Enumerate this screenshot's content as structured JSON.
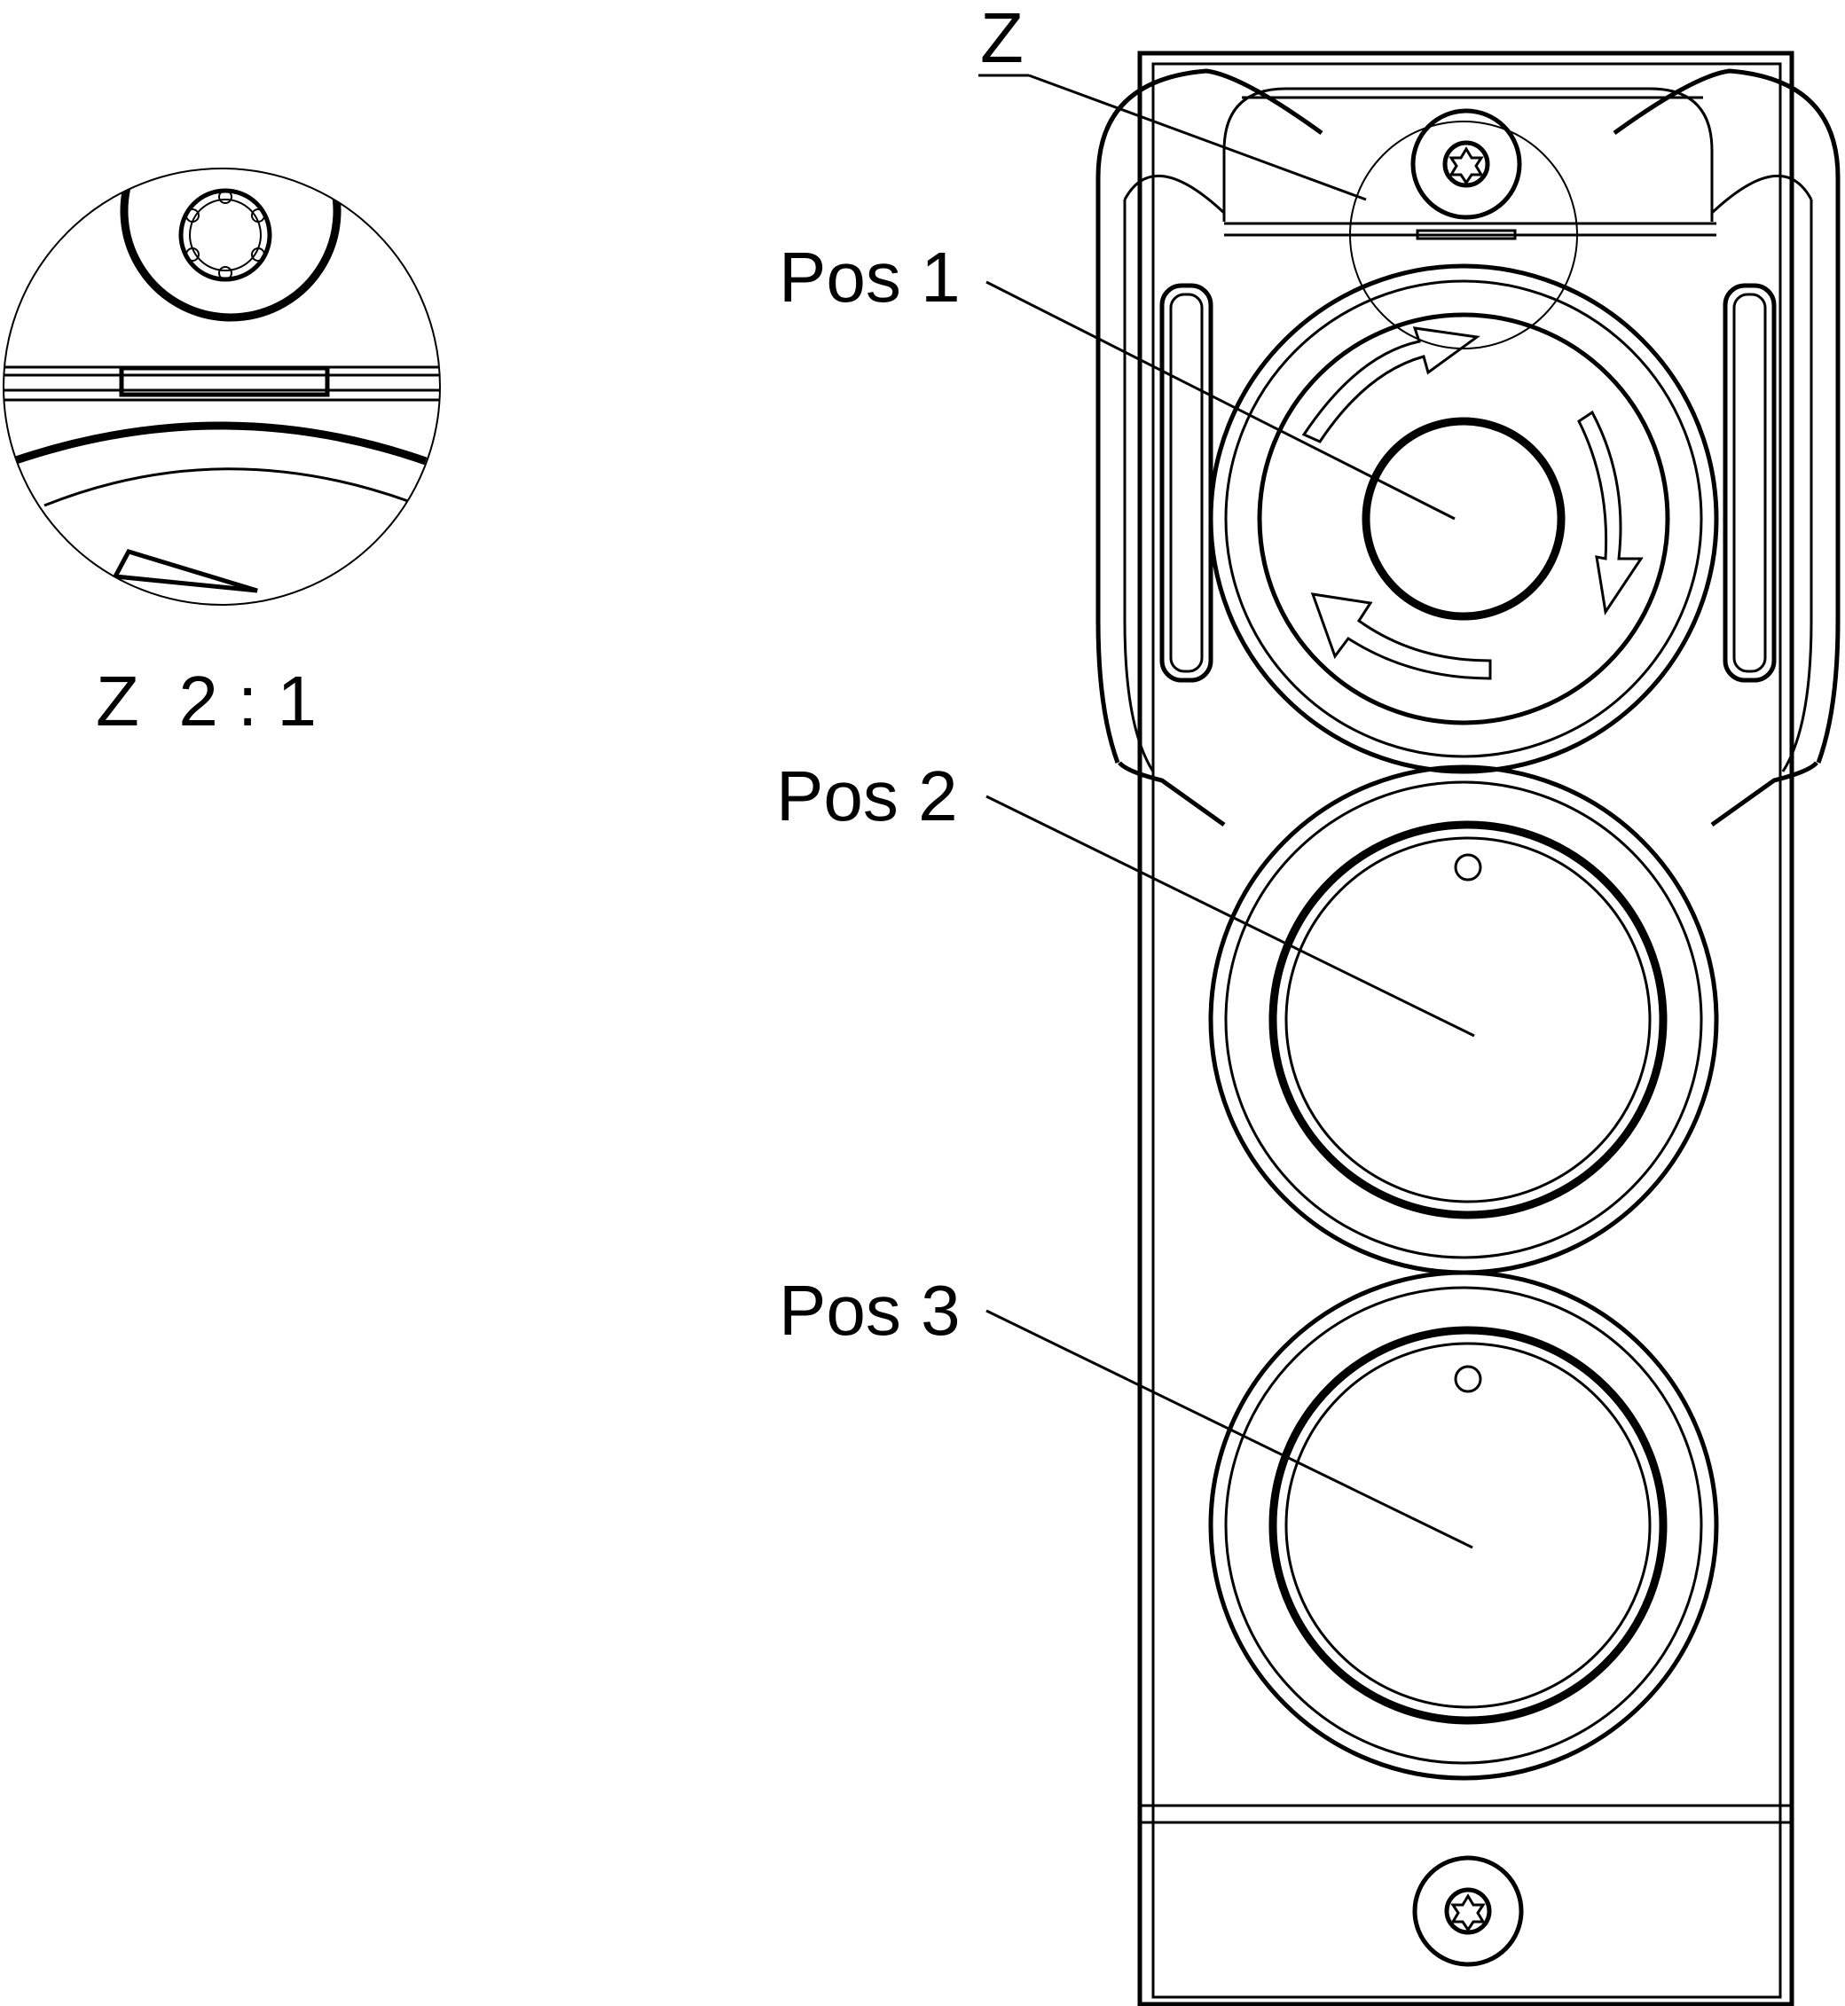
{
  "detail": {
    "marker": "Z",
    "caption": "Z  2 : 1"
  },
  "callouts": [
    {
      "label": "Pos 1"
    },
    {
      "label": "Pos 2"
    },
    {
      "label": "Pos 3"
    }
  ]
}
